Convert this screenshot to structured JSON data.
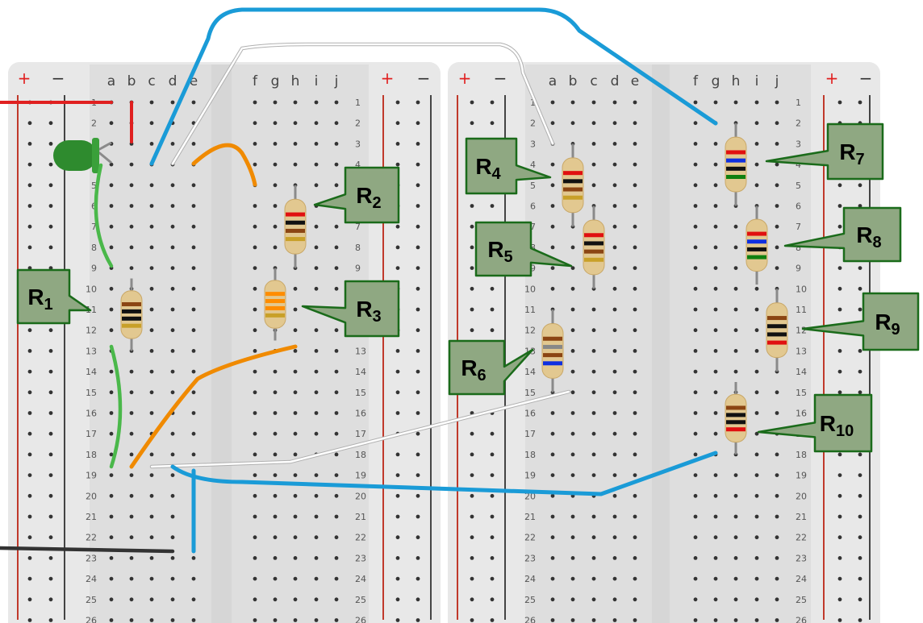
{
  "boards": [
    {
      "id": "left",
      "rails": {
        "plus": "+",
        "minus": "−"
      },
      "columns_left": [
        "a",
        "b",
        "c",
        "d",
        "e"
      ],
      "columns_right": [
        "f",
        "g",
        "h",
        "i",
        "j"
      ],
      "rows": [
        "1",
        "2",
        "3",
        "4",
        "5",
        "6",
        "7",
        "8",
        "9",
        "10",
        "11",
        "12",
        "13",
        "14",
        "15",
        "16",
        "17",
        "18",
        "19",
        "20",
        "21",
        "22",
        "23",
        "24",
        "25",
        "26"
      ]
    },
    {
      "id": "right",
      "rails": {
        "plus": "+",
        "minus": "−"
      },
      "columns_left": [
        "a",
        "b",
        "c",
        "d",
        "e"
      ],
      "columns_right": [
        "f",
        "g",
        "h",
        "i",
        "j"
      ],
      "rows": [
        "1",
        "2",
        "3",
        "4",
        "5",
        "6",
        "7",
        "8",
        "9",
        "10",
        "11",
        "12",
        "13",
        "14",
        "15",
        "16",
        "17",
        "18",
        "19",
        "20",
        "21",
        "22",
        "23",
        "24",
        "25",
        "26"
      ]
    }
  ],
  "resistors": [
    {
      "name": "R",
      "sub": "1",
      "bands": [
        "#8b4513",
        "#111111",
        "#111111",
        "#c8a028"
      ]
    },
    {
      "name": "R",
      "sub": "2",
      "bands": [
        "#e01010",
        "#111111",
        "#8b4513",
        "#c8a028"
      ]
    },
    {
      "name": "R",
      "sub": "3",
      "bands": [
        "#ff8c00",
        "#ff8c00",
        "#ff8c00",
        "#c8a028"
      ]
    },
    {
      "name": "R",
      "sub": "4",
      "bands": [
        "#e01010",
        "#111111",
        "#8b4513",
        "#c8a028"
      ]
    },
    {
      "name": "R",
      "sub": "5",
      "bands": [
        "#e01010",
        "#111111",
        "#8b4513",
        "#c8a028"
      ]
    },
    {
      "name": "R",
      "sub": "6",
      "bands": [
        "#8b4513",
        "#888888",
        "#8b4513",
        "#1030e0"
      ]
    },
    {
      "name": "R",
      "sub": "7",
      "bands": [
        "#e01010",
        "#1030e0",
        "#111111",
        "#108010"
      ]
    },
    {
      "name": "R",
      "sub": "8",
      "bands": [
        "#e01010",
        "#1030e0",
        "#111111",
        "#108010"
      ]
    },
    {
      "name": "R",
      "sub": "9",
      "bands": [
        "#8b4513",
        "#111111",
        "#111111",
        "#e01010"
      ]
    },
    {
      "name": "R",
      "sub": "10",
      "bands": [
        "#8b4513",
        "#111111",
        "#111111",
        "#e01010"
      ]
    }
  ],
  "colors": {
    "board": "#e8e8e8",
    "channel": "#d6d6d6",
    "rail_red": "#c0392b",
    "rail_dark": "#444444",
    "hole": "#333333",
    "label_fill": "#8fa882",
    "label_stroke": "#1a6b1a",
    "wire_red": "#e02020",
    "wire_blue": "#1a9bd7",
    "wire_orange": "#f08a00",
    "wire_green": "#4ab84a",
    "wire_white": "#ffffff",
    "wire_black": "#333333",
    "led_green": "#2e8b2e",
    "resistor_body": "#e2c890",
    "resistor_lead": "#8a8a8a"
  }
}
